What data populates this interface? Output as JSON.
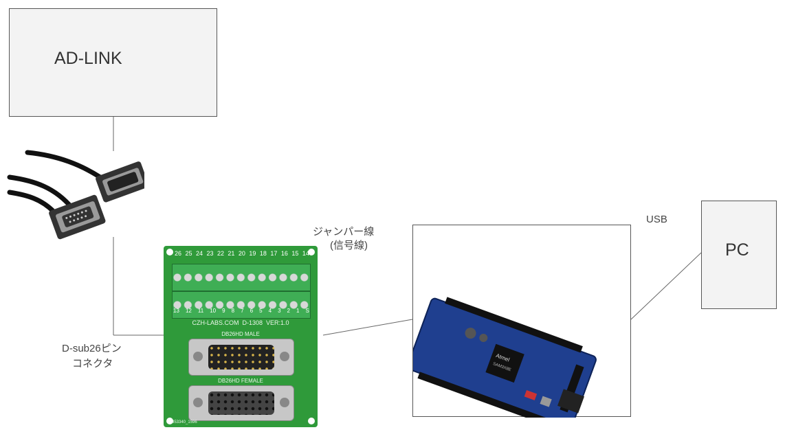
{
  "blocks": {
    "adlink": "AD-LINK",
    "pc": "PC"
  },
  "labels": {
    "jumper_line1": "ジャンパー線",
    "jumper_line2": "(信号線)",
    "usb": "USB",
    "dsub_line1": "D-sub26ピン",
    "dsub_line2": "コネクタ"
  },
  "breakout_board": {
    "pins_top": [
      "26",
      "25",
      "24",
      "23",
      "22",
      "21",
      "20",
      "19",
      "18",
      "17",
      "16",
      "15",
      "14"
    ],
    "pins_bottom": [
      "13",
      "12",
      "11",
      "10",
      "9",
      "8",
      "7",
      "6",
      "5",
      "4",
      "3",
      "2",
      "1",
      "S"
    ],
    "silk_main": "CZH-LABS.COM  D-1308  VER:1.0",
    "male_label": "DB26HD MALE",
    "female_label": "DB26HD FEMALE",
    "serial": "853340_1596"
  },
  "arduino": {
    "chip_brand": "Atmel",
    "chip_model": "SAM3X8E"
  },
  "colors": {
    "box_fill": "#f3f3f3",
    "board_green": "#2f9a3a",
    "terminal_green": "#3fae55",
    "arduino_blue": "#1f3f8f"
  }
}
